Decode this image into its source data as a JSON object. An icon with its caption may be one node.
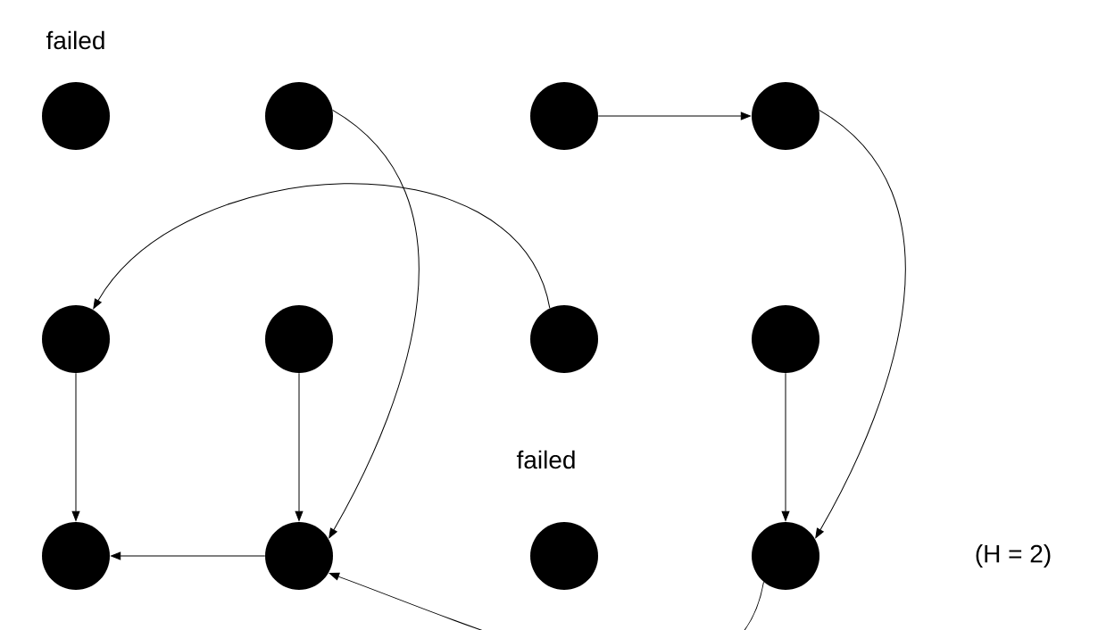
{
  "diagram": {
    "nodes": [
      {
        "text": [],
        "shape": "circle",
        "beside": [
          "failed"
        ]
      },
      {
        "text": [],
        "shape": "circle"
      },
      {
        "text": [],
        "shape": "circle"
      },
      {
        "text": [],
        "shape": "circle"
      },
      {
        "text": [],
        "shape": "circle"
      },
      {
        "text": [],
        "shape": "circle"
      },
      {
        "text": [],
        "shape": "circle"
      },
      {
        "text": [],
        "shape": "circle"
      },
      {
        "text": [],
        "shape": "circle"
      },
      {
        "text": [],
        "shape": "circle"
      },
      {
        "text": [],
        "shape": "circle",
        "beside": [
          "failed"
        ]
      },
      {
        "text": [],
        "shape": "circle"
      }
    ],
    "edges": [
      {
        "from": 1,
        "to": 9,
        "arrow": "to"
      },
      {
        "from": 2,
        "to": 3,
        "arrow": "to"
      },
      {
        "from": 3,
        "to": 11,
        "arrow": "to"
      },
      {
        "from": 6,
        "to": 4,
        "arrow": "to"
      },
      {
        "from": 4,
        "to": 8,
        "arrow": "to"
      },
      {
        "from": 5,
        "to": 9,
        "arrow": "to"
      },
      {
        "from": 7,
        "to": 11,
        "arrow": "to"
      },
      {
        "from": 9,
        "to": 8,
        "arrow": "to"
      },
      {
        "from": 11,
        "to": 9,
        "arrow": "to"
      }
    ],
    "labels": [
      "(H = 2)"
    ]
  }
}
